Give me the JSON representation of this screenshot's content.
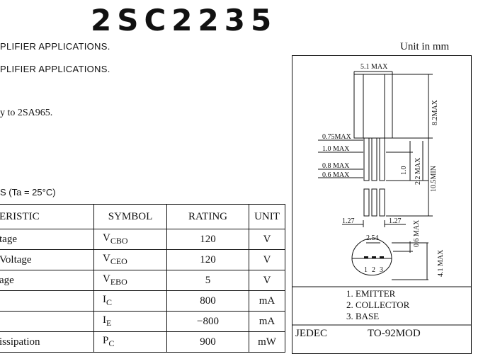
{
  "header": {
    "part_number": "2SC2235",
    "unit_note": "Unit in mm"
  },
  "applications": [
    "PLIFIER APPLICATIONS.",
    "PLIFIER APPLICATIONS."
  ],
  "complement_note": "y to 2SA965.",
  "ratings_caption": "S (Ta = 25°C)",
  "ratings_table": {
    "headers": [
      "ERISTIC",
      "SYMBOL",
      "RATING",
      "UNIT"
    ],
    "rows": [
      {
        "name": "tage",
        "sym": "V",
        "sub": "CBO",
        "rating": "120",
        "unit": "V"
      },
      {
        "name": "Voltage",
        "sym": "V",
        "sub": "CEO",
        "rating": "120",
        "unit": "V"
      },
      {
        "name": "age",
        "sym": "V",
        "sub": "EBO",
        "rating": "5",
        "unit": "V"
      },
      {
        "name": "",
        "sym": "I",
        "sub": "C",
        "rating": "800",
        "unit": "mA"
      },
      {
        "name": "",
        "sym": "I",
        "sub": "E",
        "rating": "−800",
        "unit": "mA"
      },
      {
        "name": "issipation",
        "sym": "P",
        "sub": "C",
        "rating": "900",
        "unit": "mW"
      }
    ]
  },
  "package_drawing": {
    "dims": {
      "width_max": "5.1 MAX",
      "body_height": "8.2MAX",
      "lead_075": "0.75MAX",
      "lead_10": "1.0 MAX",
      "lead_08": "0.8 MAX",
      "lead_06": "0.6 MAX",
      "dim_10": "1.0",
      "dim_22": "2.2 MAX",
      "dim_105": "10.5MIN",
      "pitch_left": "1.27",
      "pitch_right": "1.27",
      "spacing": "2.54",
      "dim_06": "0.6 MAX",
      "dim_41": "4.1 MAX"
    },
    "pin_numbers": [
      "1",
      "2",
      "3"
    ],
    "pins": [
      "1.  EMITTER",
      "2.  COLLECTOR",
      "3.  BASE"
    ],
    "jedec_label": "JEDEC",
    "jedec_value": "TO-92MOD"
  }
}
